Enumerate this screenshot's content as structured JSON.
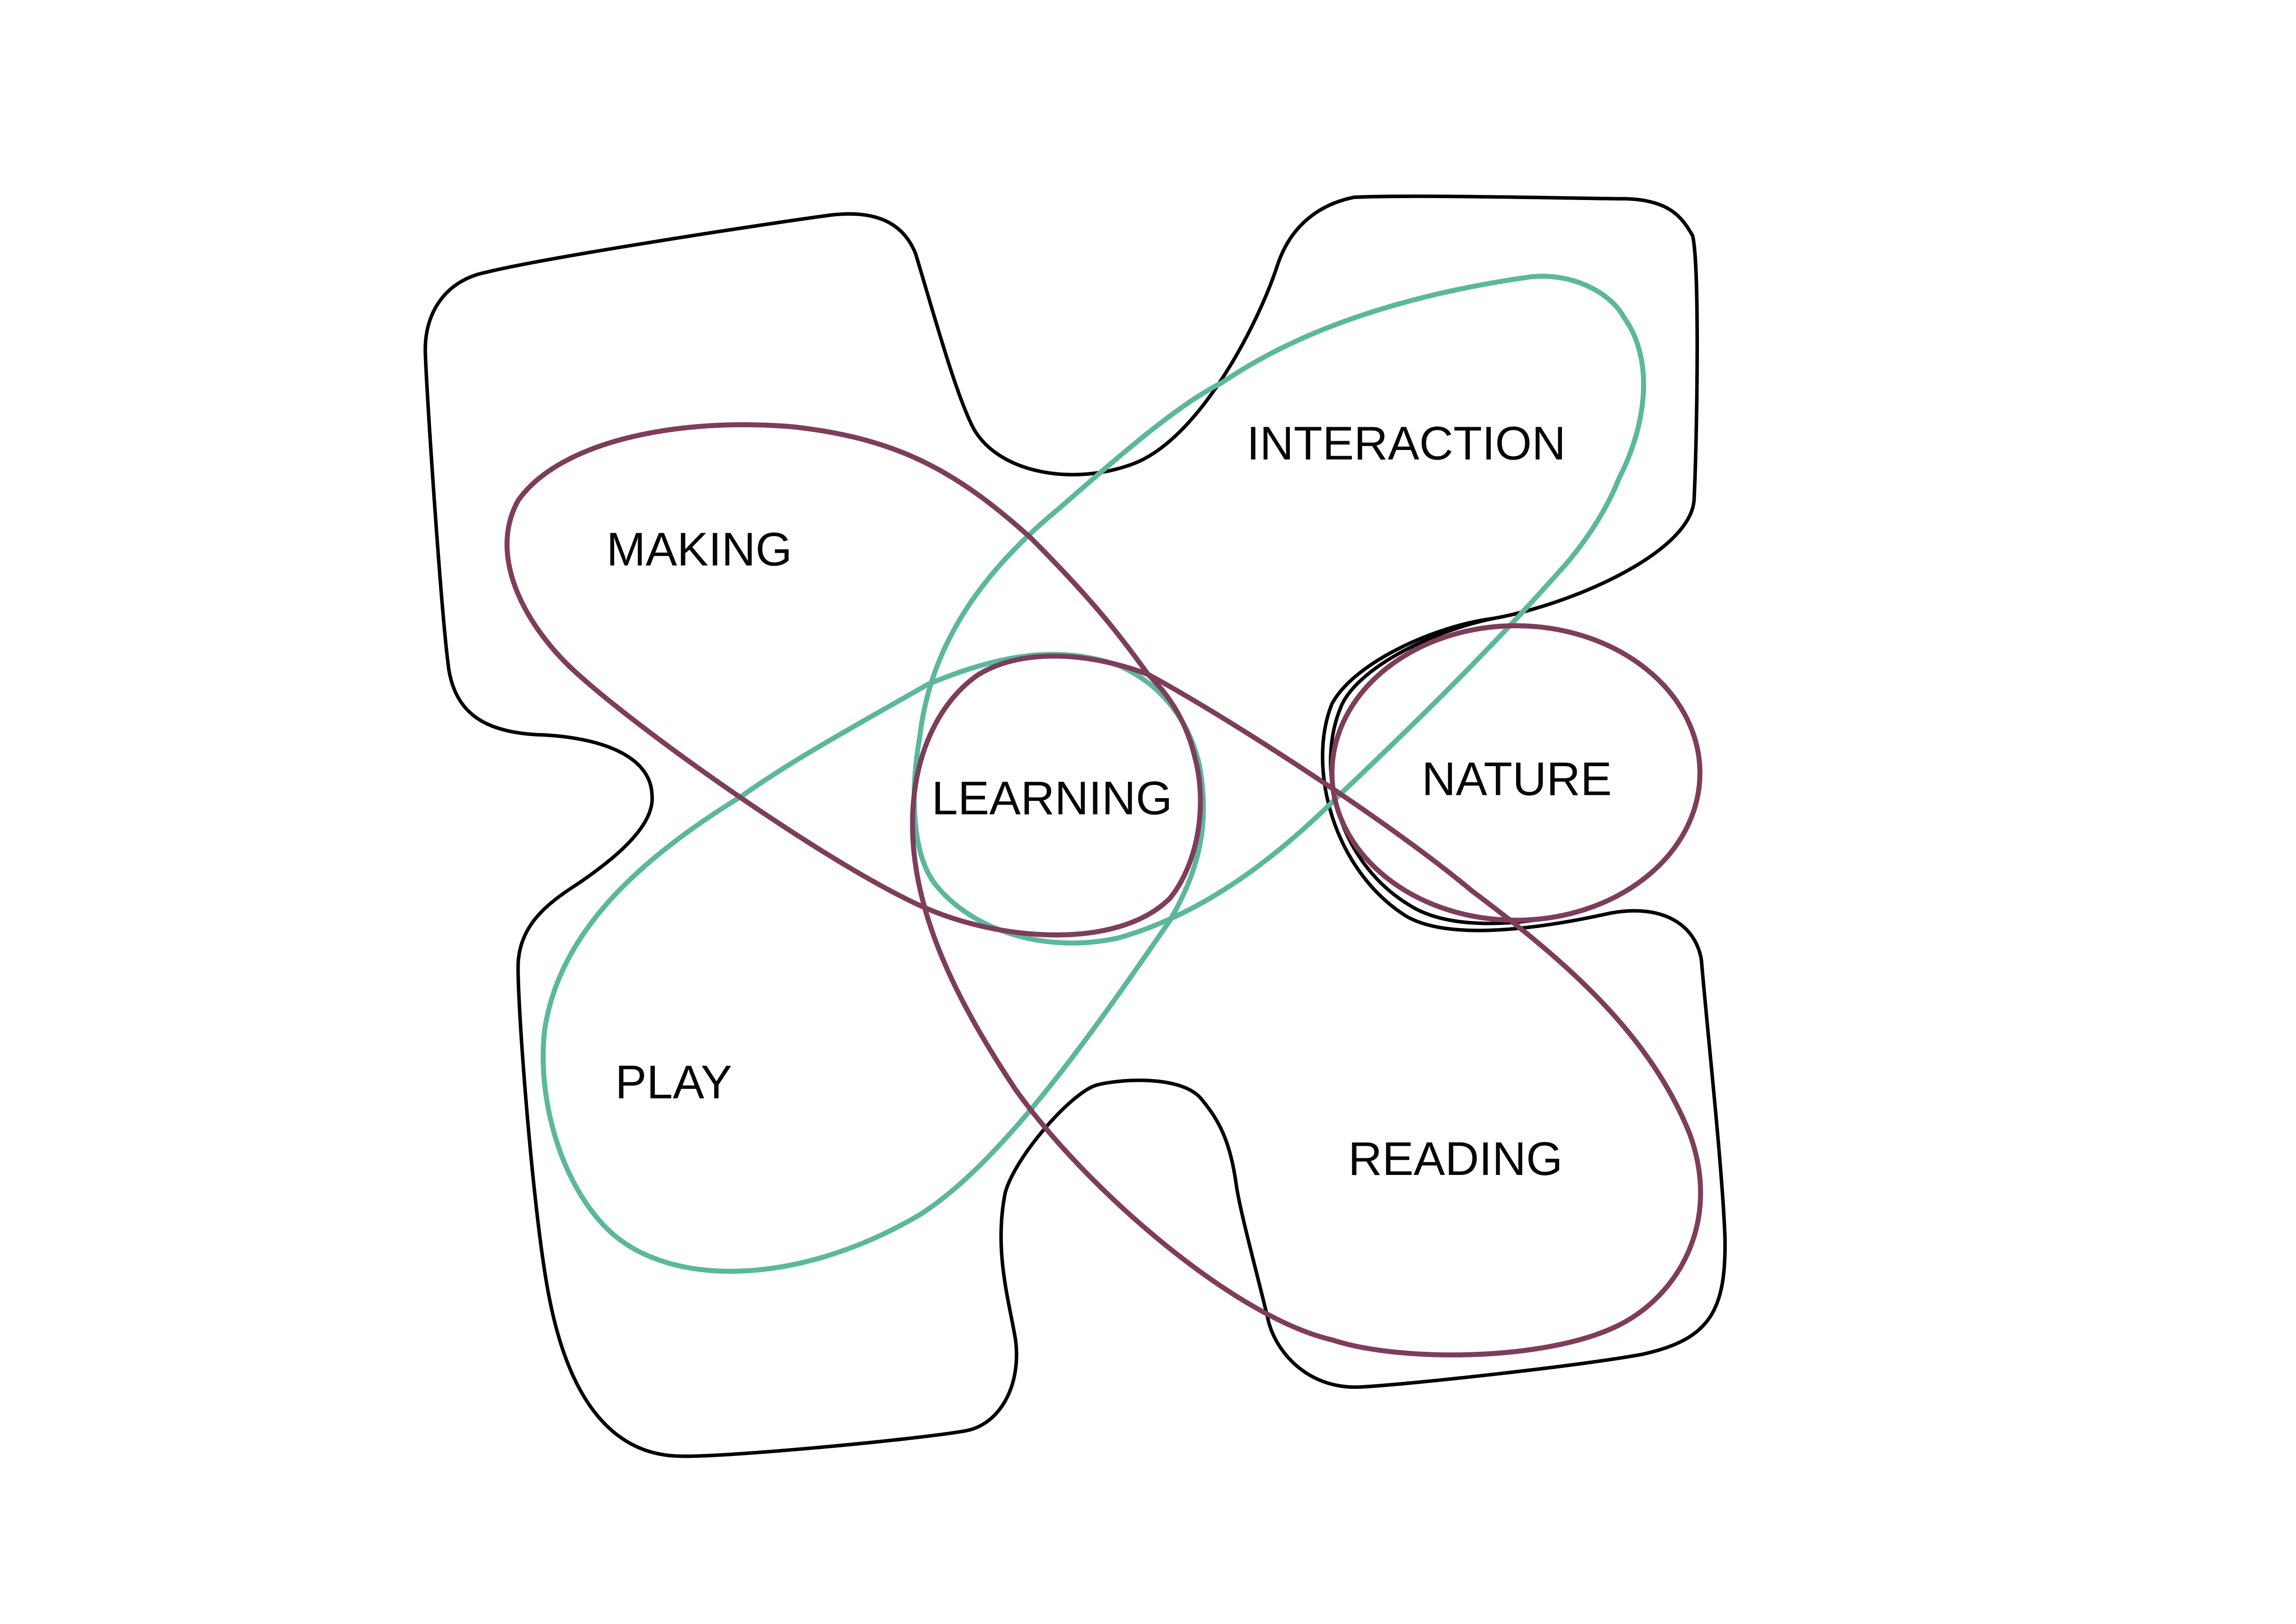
{
  "diagram": {
    "labels": {
      "making": "MAKING",
      "interaction": "INTERACTION",
      "learning": "LEARNING",
      "nature": "NATURE",
      "play": "PLAY",
      "reading": "READING"
    },
    "colors": {
      "outline": "#000000",
      "purple": "#7d3d5b",
      "green": "#5bb89a"
    }
  }
}
